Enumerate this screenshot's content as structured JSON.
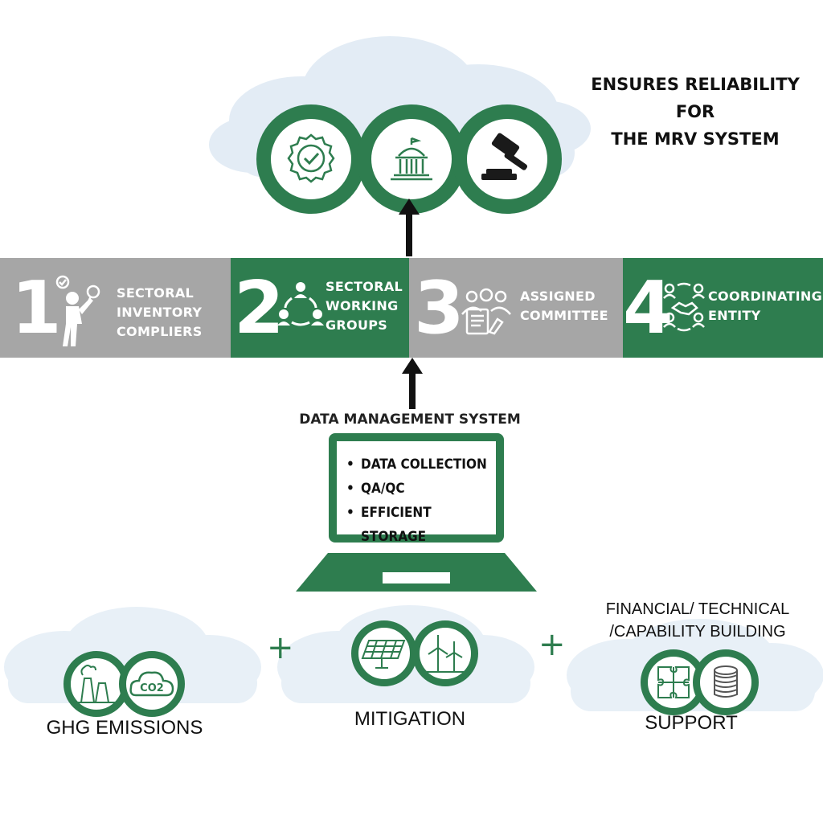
{
  "top": {
    "headline_lines": [
      "ENSURES RELIABILITY",
      "FOR",
      "THE MRV SYSTEM"
    ],
    "icons": [
      "verified-badge-icon",
      "government-building-icon",
      "gavel-icon"
    ]
  },
  "steps": [
    {
      "number": "1",
      "label_lines": [
        "SECTORAL",
        "INVENTORY",
        "COMPLIERS"
      ],
      "icon": "worker-inspection-icon"
    },
    {
      "number": "2",
      "label_lines": [
        "SECTORAL",
        "WORKING",
        "GROUPS"
      ],
      "icon": "group-network-icon"
    },
    {
      "number": "3",
      "label_lines": [
        "ASSIGNED",
        "COMMITTEE"
      ],
      "icon": "committee-icon"
    },
    {
      "number": "4",
      "label_lines": [
        "COORDINATING",
        "ENTITY"
      ],
      "icon": "handshake-coordination-icon"
    }
  ],
  "data_management": {
    "title": "DATA MANAGEMENT SYSTEM",
    "items": [
      "DATA COLLECTION",
      "QA/QC",
      "EFFICIENT STORAGE"
    ]
  },
  "inputs": [
    {
      "label": "GHG EMISSIONS",
      "icons": [
        "factory-emissions-icon",
        "co2-cloud-icon"
      ],
      "co2_text": "CO2"
    },
    {
      "label": "MITIGATION",
      "icons": [
        "solar-panel-icon",
        "wind-turbine-icon"
      ]
    },
    {
      "label": "SUPPORT",
      "top_lines": [
        "FINANCIAL/ TECHNICAL",
        "/CAPABILITY BUILDING"
      ],
      "icons": [
        "puzzle-icon",
        "coins-icon"
      ]
    }
  ],
  "plus_sign": "+",
  "colors": {
    "green": "#2e7d4f",
    "gray": "#a6a6a6",
    "cloud": "#dfe9f3"
  }
}
